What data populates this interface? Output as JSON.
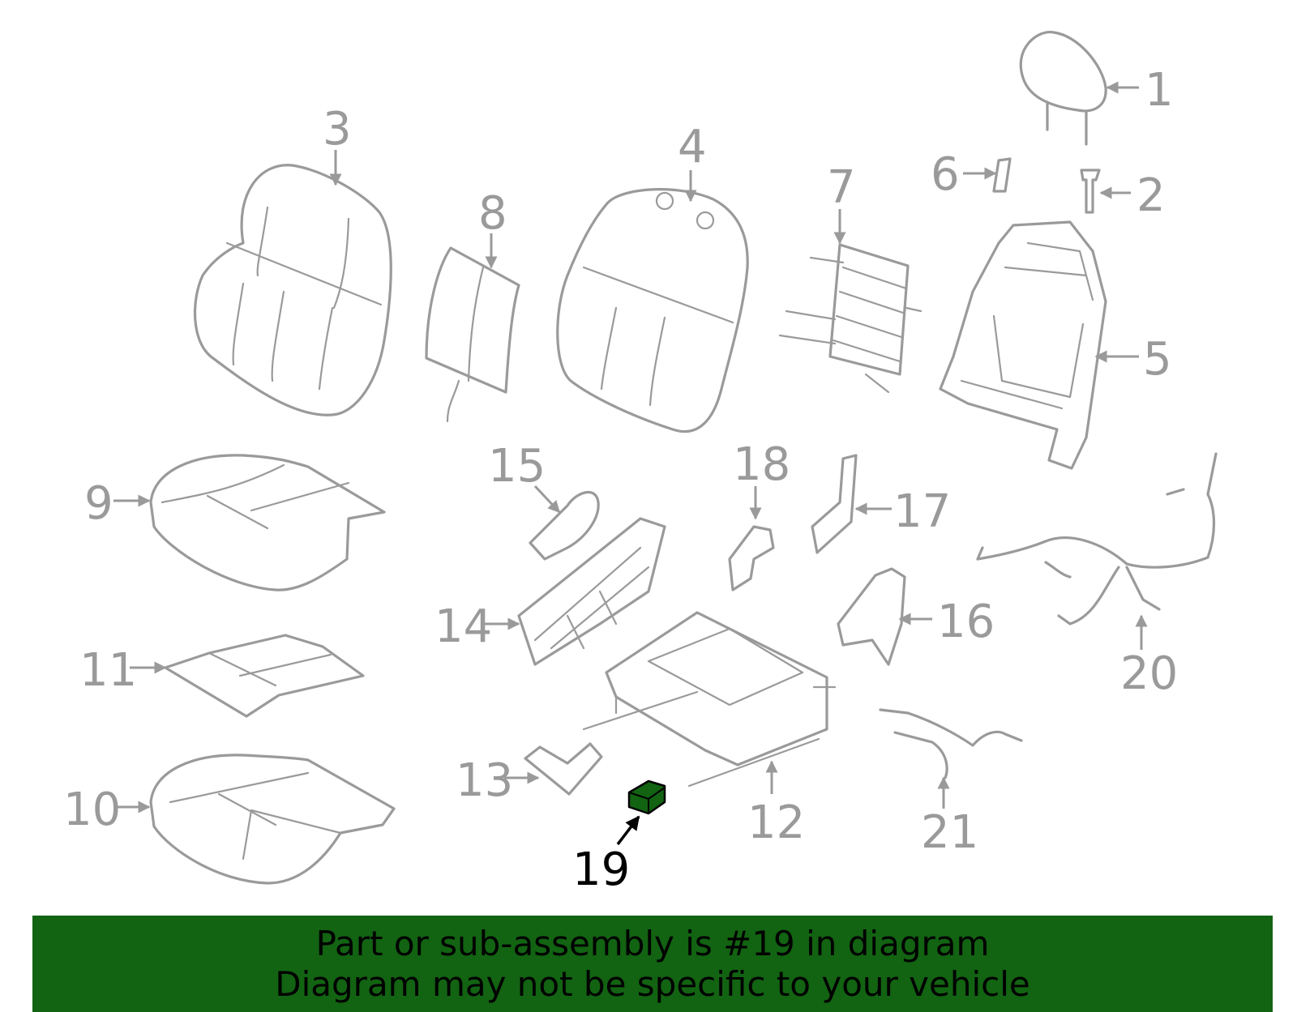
{
  "diagram": {
    "callouts": [
      "1",
      "2",
      "3",
      "4",
      "5",
      "6",
      "7",
      "8",
      "9",
      "10",
      "11",
      "12",
      "13",
      "14",
      "15",
      "16",
      "17",
      "18",
      "19",
      "20",
      "21"
    ],
    "highlighted_callout": "19",
    "colors": {
      "line": "#9a9a9a",
      "highlight_fill": "#126312",
      "highlight_text": "#000000"
    }
  },
  "banner": {
    "line1": "Part or sub-assembly is #19 in diagram",
    "line2": "Diagram may not be specific to your vehicle",
    "background": "#126312"
  }
}
